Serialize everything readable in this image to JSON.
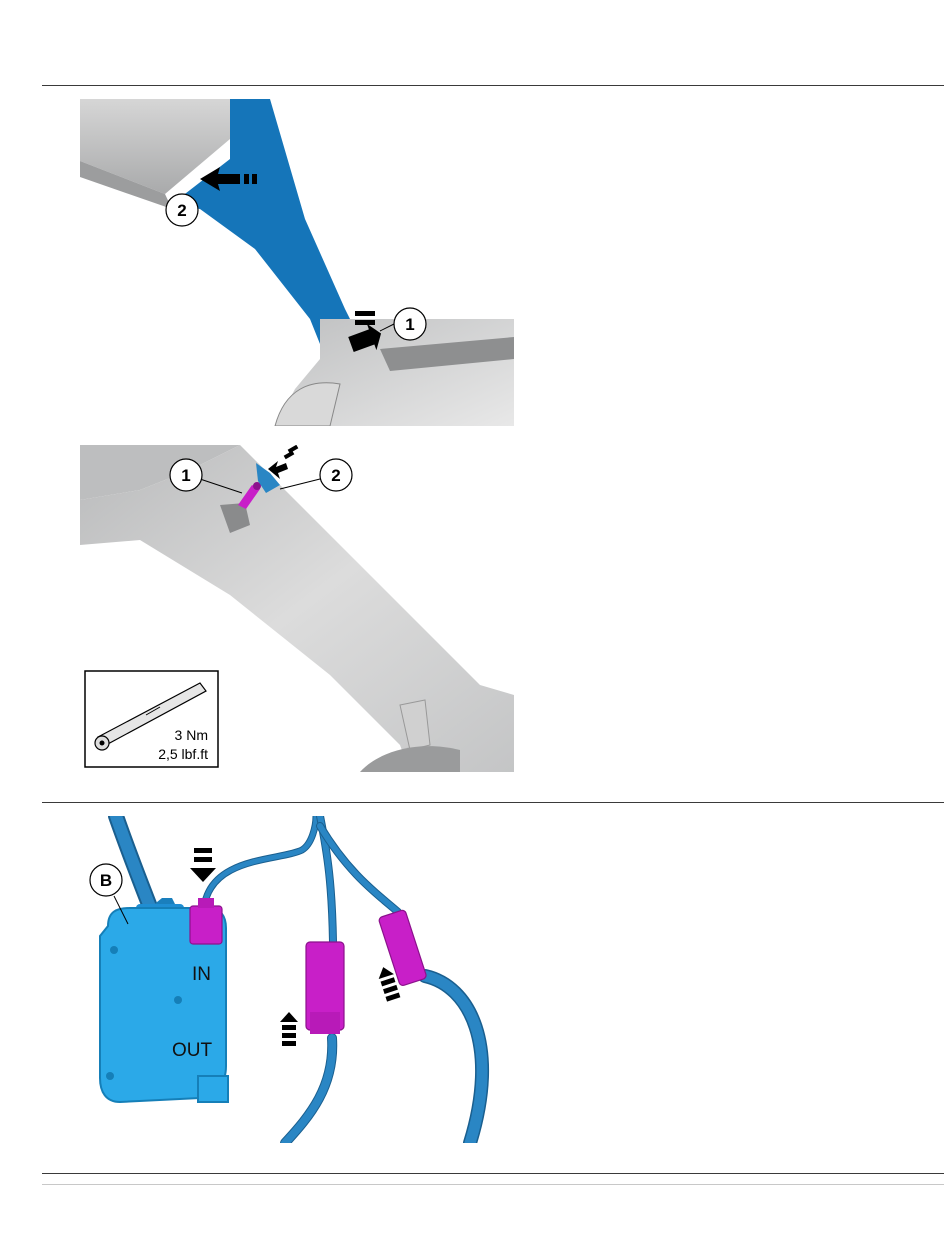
{
  "figure1": {
    "callouts": [
      "1",
      "2"
    ]
  },
  "figure2": {
    "callouts": [
      "1",
      "2"
    ],
    "torque": {
      "value": "3 Nm",
      "imperial": "2,5 lbf.ft",
      "icon": "torque-wrench-icon"
    }
  },
  "figure3": {
    "callout": "B",
    "ports": {
      "in": "IN",
      "out": "OUT"
    }
  },
  "colors": {
    "trim_blue": "#1575b9",
    "module_blue": "#2ba9e8",
    "cable_blue": "#2a86c4",
    "connector_magenta": "#c81fc8",
    "interior_grey": "#c9cacb"
  }
}
